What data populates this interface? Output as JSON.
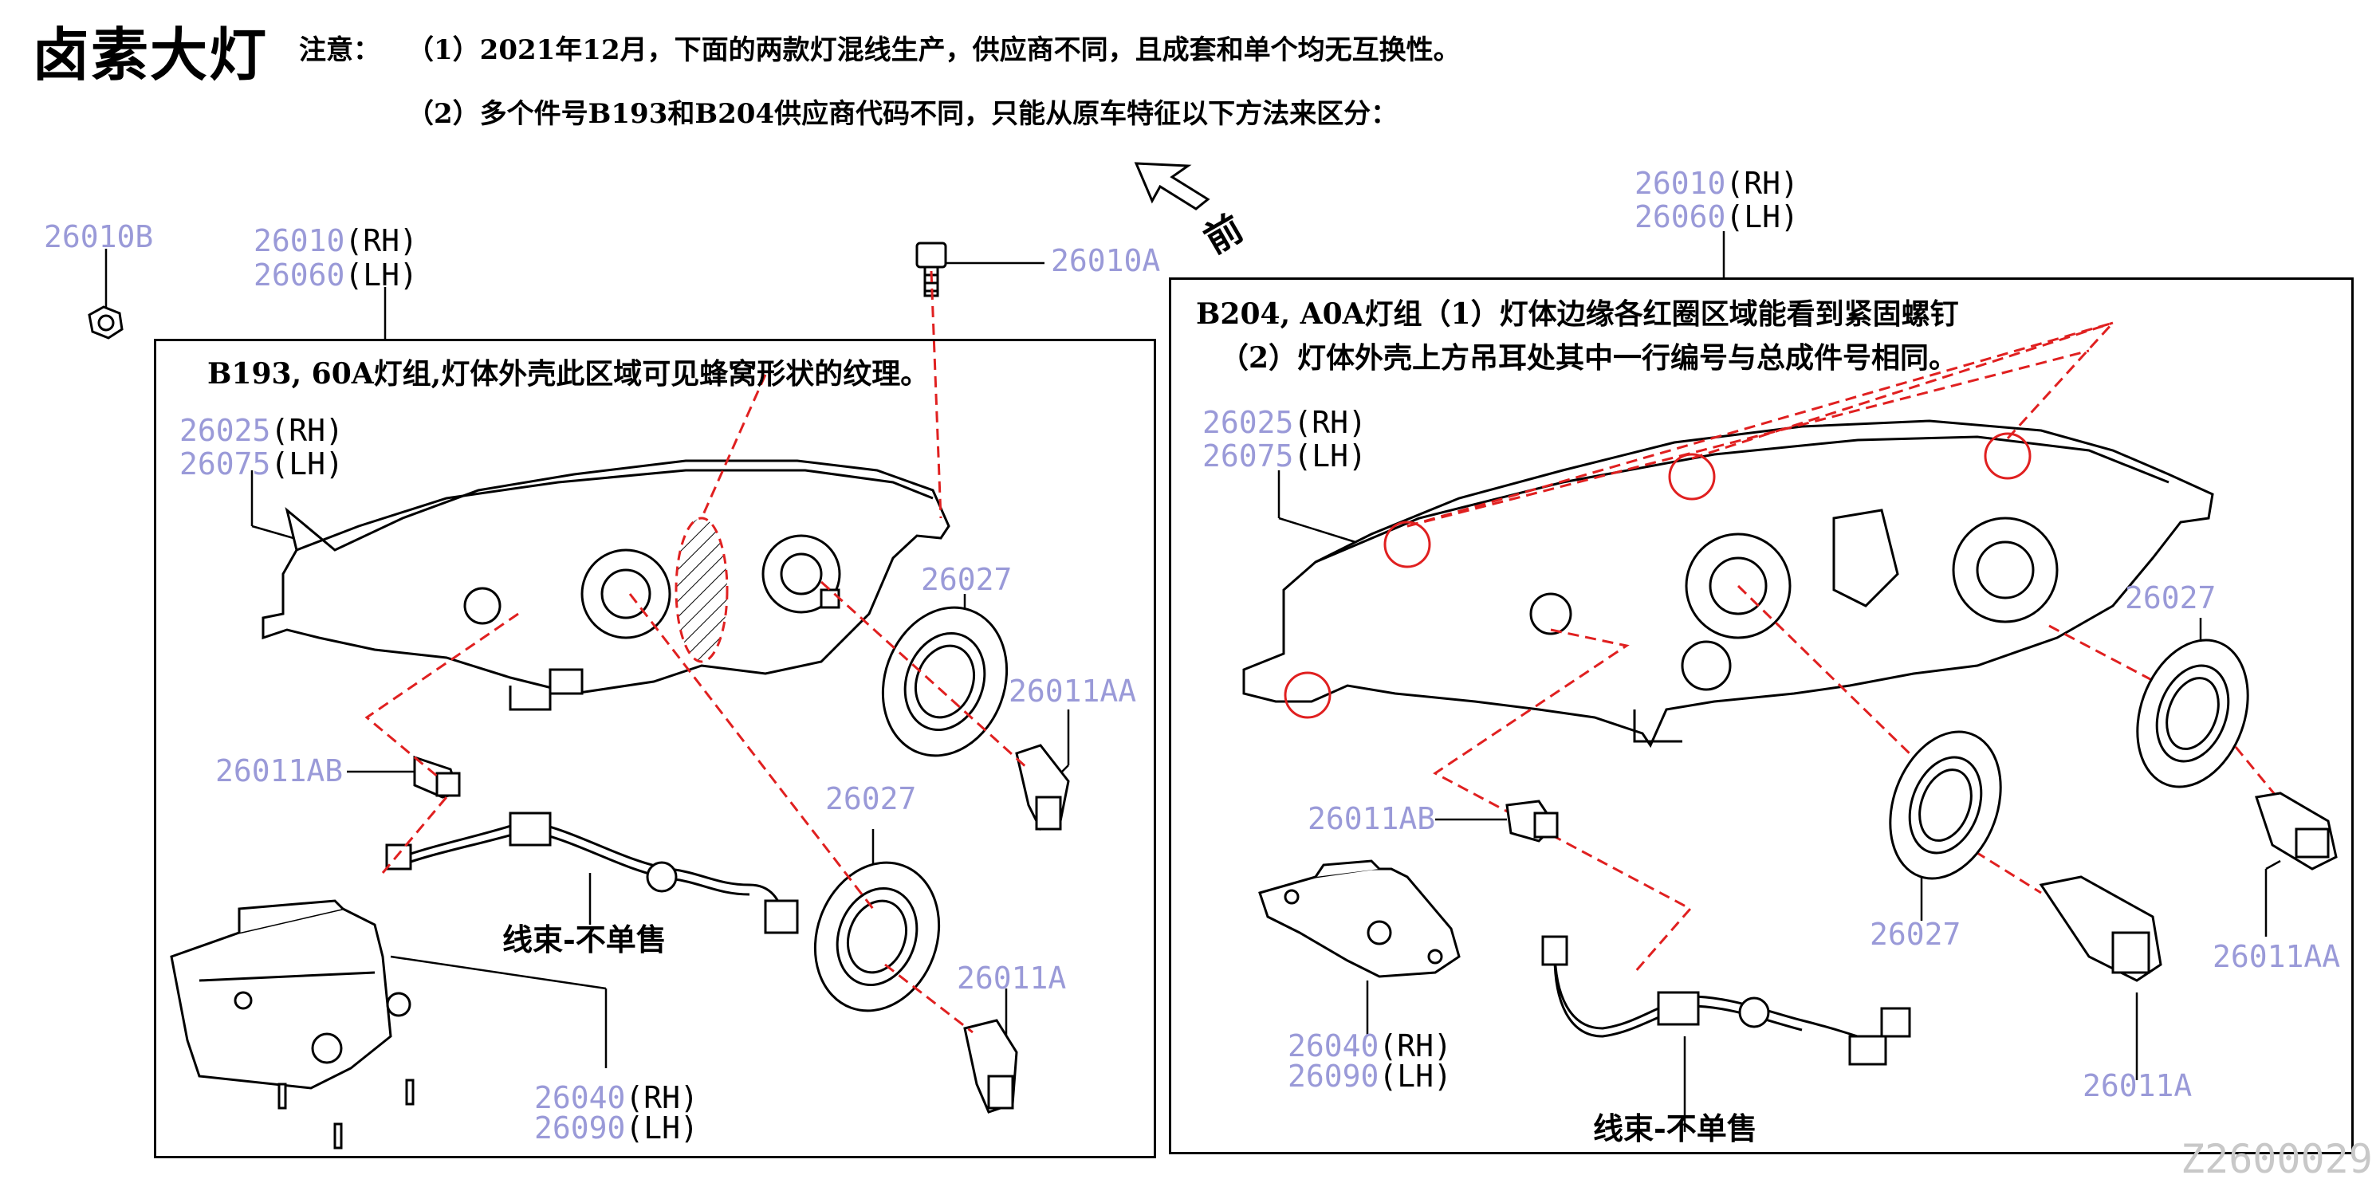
{
  "title": "卤素大灯",
  "notes": {
    "label": "注意：",
    "line1": "（1）2021年12月，下面的两款灯混线生产，供应商不同，且成套和单个均无互换性。",
    "line2": "（2）多个件号B193和B204供应商代码不同，只能从原车特征以下方法来区分："
  },
  "front_label": "前",
  "left_panel": {
    "caption": "B193, 60A灯组,灯体外壳此区域可见蜂窝形状的纹理。",
    "harness": "线束-不单售"
  },
  "right_panel": {
    "caption_line1": "B204, A0A灯组（1）灯体边缘各红圈区域能看到紧固螺钉",
    "caption_line2": "（2）灯体外壳上方吊耳处其中一行编号与总成件号相同。",
    "harness": "线束-不单售"
  },
  "parts": {
    "p26010B": "26010B",
    "p26010A": "26010A",
    "left_assy_rh": "26010",
    "left_assy_lh": "26060",
    "left_housing_rh": "26025",
    "left_housing_lh": "26075",
    "left_cap_a": "26027",
    "left_bulb_aa": "26011AA",
    "left_bulb_ab": "26011AB",
    "left_cap_b": "26027",
    "left_bulb_a": "26011A",
    "left_bracket_rh": "26040",
    "left_bracket_lh": "26090",
    "right_assy_rh": "26010",
    "right_assy_lh": "26060",
    "right_housing_rh": "26025",
    "right_housing_lh": "26075",
    "right_cap_a": "26027",
    "right_bulb_ab": "26011AB",
    "right_cap_b": "26027",
    "right_bulb_aa": "26011AA",
    "right_bracket_rh": "26040",
    "right_bracket_lh": "26090",
    "right_bulb_a": "26011A"
  },
  "side": {
    "rh": "(RH)",
    "lh": "(LH)"
  },
  "watermark": "Z2600029",
  "colors": {
    "part_number": "#9a9ad8",
    "leader_red": "#e02020",
    "line": "#000000"
  }
}
